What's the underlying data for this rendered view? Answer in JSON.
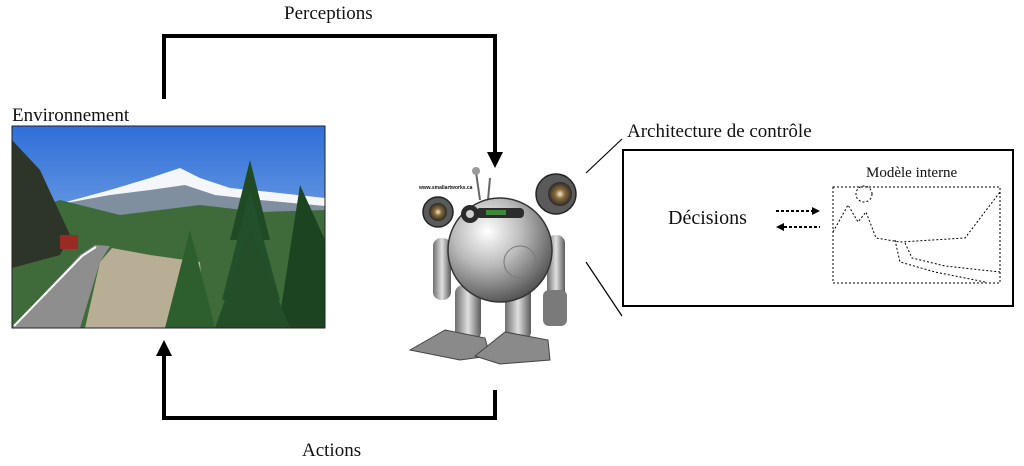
{
  "labels": {
    "perceptions": "Perceptions",
    "actions": "Actions",
    "environment": "Environnement",
    "control_architecture": "Architecture de contrôle",
    "decisions": "Décisions",
    "internal_model": "Modèle interne",
    "robot_watermark": "www.smallartworks.ca"
  },
  "icons": {
    "environment_photo": "mountain-road-photo",
    "robot": "robot-illustration"
  }
}
